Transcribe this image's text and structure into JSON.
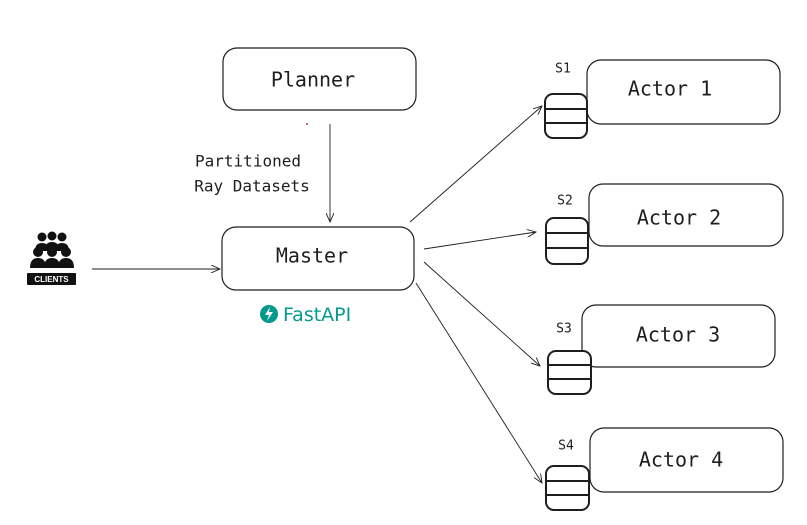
{
  "planner": {
    "label": "Planner"
  },
  "master": {
    "label": "Master"
  },
  "edge_label": {
    "line1": "Partitioned",
    "line2": "Ray Datasets"
  },
  "clients": {
    "label": "CLIENTS"
  },
  "fastapi": {
    "label": "FastAPI",
    "color": "#05998b"
  },
  "actors": [
    {
      "label": "Actor 1",
      "store": "S1"
    },
    {
      "label": "Actor 2",
      "store": "S2"
    },
    {
      "label": "Actor 3",
      "store": "S3"
    },
    {
      "label": "Actor 4",
      "store": "S4"
    }
  ]
}
